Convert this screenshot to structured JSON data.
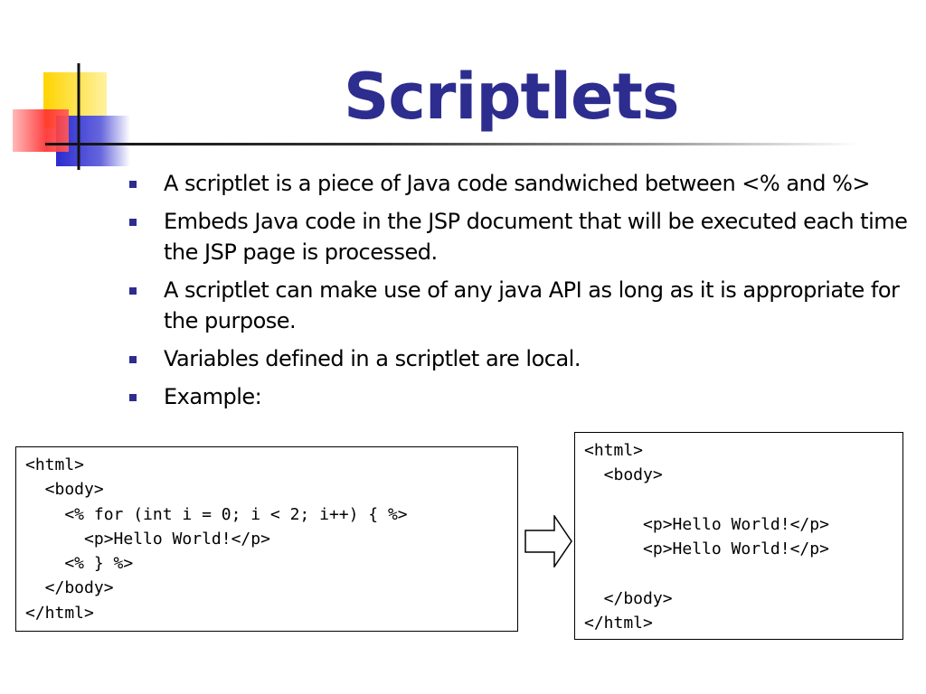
{
  "slide": {
    "title": "Scriptlets",
    "bullets": [
      "A scriptlet is a piece of Java code sandwiched between <% and %>",
      "Embeds Java code in the JSP document that will be executed each time the JSP page is processed.",
      "A scriptlet can make use of any java API as long as it is appropriate for the purpose.",
      "Variables defined in a scriptlet are local.",
      "Example:"
    ]
  },
  "example": {
    "source_lines": [
      "<html>",
      "  <body>",
      "    <% for (int i = 0; i < 2; i++) { %>",
      "      <p>Hello World!</p>",
      "    <% } %>",
      "  </body>",
      "</html>"
    ],
    "output_lines": [
      "<html>",
      "  <body>",
      "",
      "      <p>Hello World!</p>",
      "      <p>Hello World!</p>",
      "",
      "  </body>",
      "</html>"
    ]
  },
  "colors": {
    "title": "#2d2d8f",
    "bullet": "#2d2d8f",
    "deco_yellow": "#ffd700",
    "deco_red": "#ff3b3b",
    "deco_blue": "#3333cc"
  },
  "icons": {
    "decoration": "corner-squares-icon",
    "arrow": "right-arrow-icon"
  }
}
